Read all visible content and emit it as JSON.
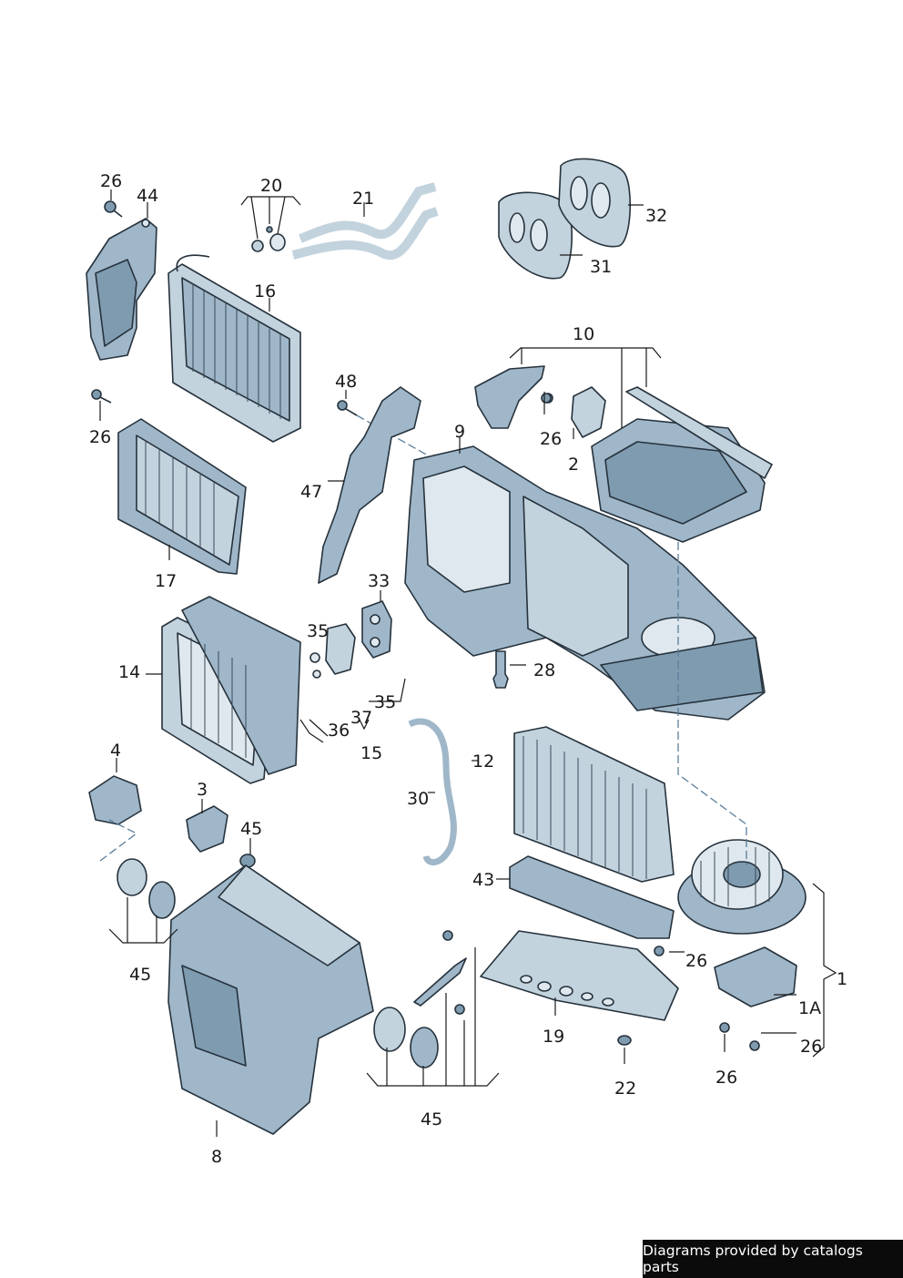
{
  "callouts": [
    {
      "id": "c26a",
      "text": "26"
    },
    {
      "id": "c44",
      "text": "44"
    },
    {
      "id": "c20",
      "text": "20"
    },
    {
      "id": "c21",
      "text": "21"
    },
    {
      "id": "c32",
      "text": "32"
    },
    {
      "id": "c31",
      "text": "31"
    },
    {
      "id": "c16",
      "text": "16"
    },
    {
      "id": "c10",
      "text": "10"
    },
    {
      "id": "c48",
      "text": "48"
    },
    {
      "id": "c9",
      "text": "9"
    },
    {
      "id": "c26b",
      "text": "26"
    },
    {
      "id": "c26c",
      "text": "26"
    },
    {
      "id": "c2",
      "text": "2"
    },
    {
      "id": "c47",
      "text": "47"
    },
    {
      "id": "c17",
      "text": "17"
    },
    {
      "id": "c33",
      "text": "33"
    },
    {
      "id": "c35a",
      "text": "35"
    },
    {
      "id": "c28",
      "text": "28"
    },
    {
      "id": "c14",
      "text": "14"
    },
    {
      "id": "c35b",
      "text": "35"
    },
    {
      "id": "c37",
      "text": "37"
    },
    {
      "id": "c36",
      "text": "36"
    },
    {
      "id": "c15",
      "text": "15"
    },
    {
      "id": "c4",
      "text": "4"
    },
    {
      "id": "c12",
      "text": "12"
    },
    {
      "id": "c3",
      "text": "3"
    },
    {
      "id": "c30",
      "text": "30"
    },
    {
      "id": "c45a",
      "text": "45"
    },
    {
      "id": "c43",
      "text": "43"
    },
    {
      "id": "c26d",
      "text": "26"
    },
    {
      "id": "c45b",
      "text": "45"
    },
    {
      "id": "c1",
      "text": "1"
    },
    {
      "id": "c1A",
      "text": "1A"
    },
    {
      "id": "c19",
      "text": "19"
    },
    {
      "id": "c26e",
      "text": "26"
    },
    {
      "id": "c26f",
      "text": "26"
    },
    {
      "id": "c22",
      "text": "22"
    },
    {
      "id": "c45c",
      "text": "45"
    },
    {
      "id": "c8",
      "text": "8"
    }
  ],
  "footer": {
    "text": "Diagrams provided by catalogs parts"
  },
  "colors": {
    "part_fill": "#9fb7c9",
    "part_light": "#c3d3de",
    "outline": "#26323c",
    "badge_bg": "#0b0b0b"
  }
}
